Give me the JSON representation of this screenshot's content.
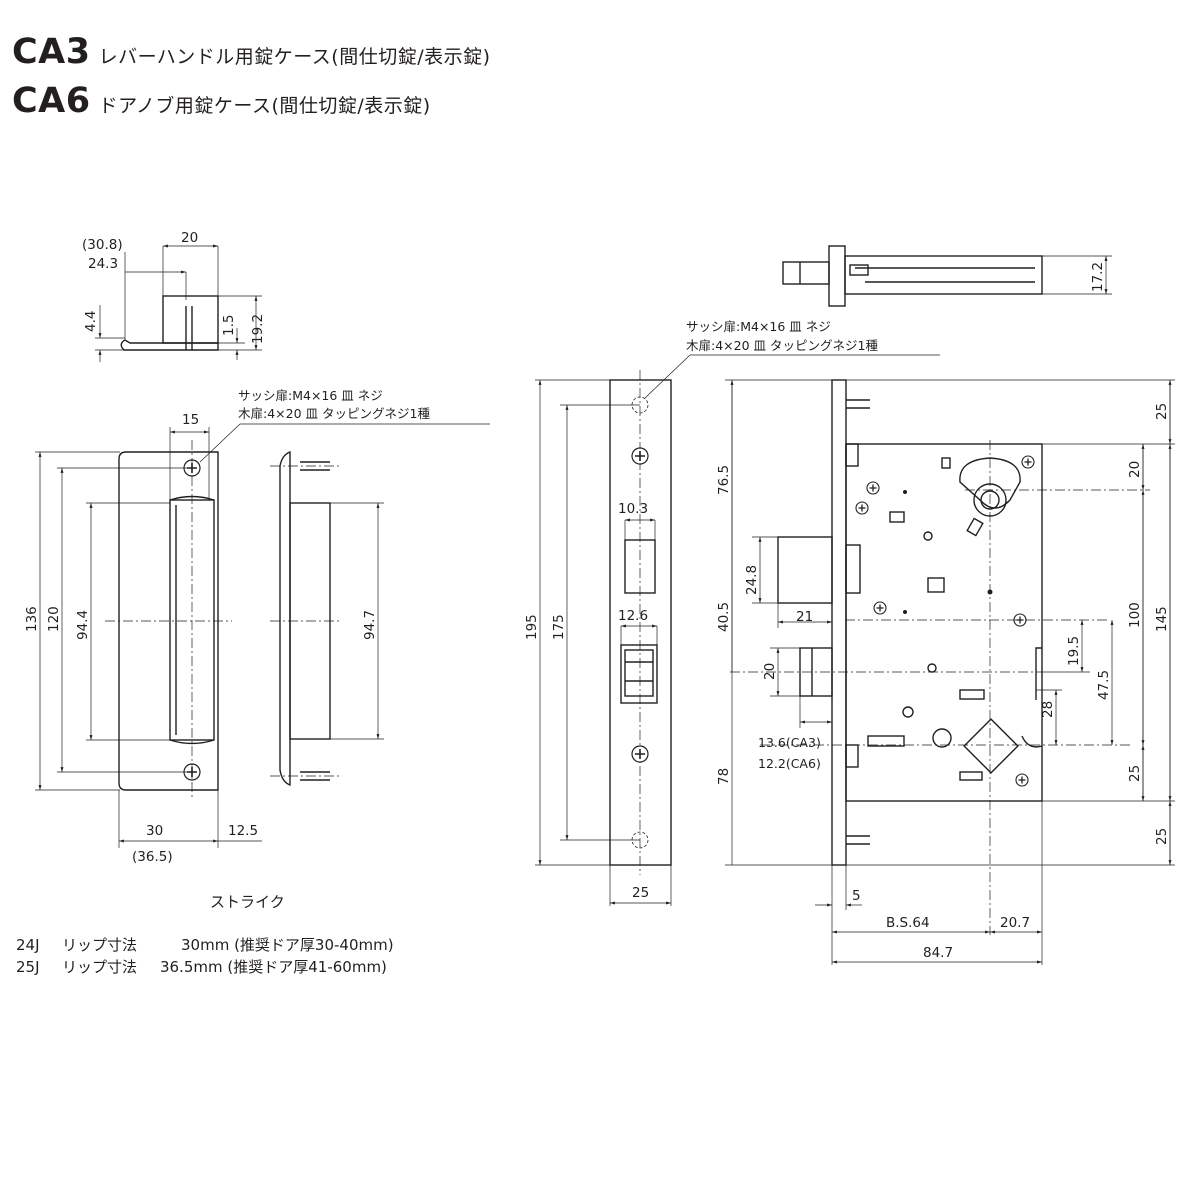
{
  "header": {
    "line1": {
      "code": "CA3",
      "desc": "レバーハンドル用錠ケース(間仕切錠/表示錠)"
    },
    "line2": {
      "code": "CA6",
      "desc": "ドアノブ用錠ケース(間仕切錠/表示錠)"
    }
  },
  "strike": {
    "caption": "ストライク",
    "dims_top": {
      "d308": "(30.8)",
      "d243": "24.3",
      "d20": "20",
      "d44": "4.4",
      "d15": "1.5",
      "d192": "19.2"
    },
    "dims": {
      "d15": "15",
      "d136": "136",
      "d120": "120",
      "d944": "94.4",
      "d947": "94.7",
      "d30": "30",
      "d125": "12.5",
      "d365": "(36.5)"
    },
    "screw_note": [
      "サッシ扉:M4×16 皿 ネジ",
      "木扉:4×20 皿 タッピングネジ1種"
    ]
  },
  "lock": {
    "screw_note": [
      "サッシ扉:M4×16 皿 ネジ",
      "木扉:4×20 皿 タッピングネジ1種"
    ],
    "faceplate_dims": {
      "d195": "195",
      "d175": "175",
      "d103": "10.3",
      "d126": "12.6",
      "d25": "25"
    },
    "body_dims": {
      "d172": "17.2",
      "d765": "76.5",
      "d248": "24.8",
      "d405": "40.5",
      "d21": "21",
      "d20l": "20",
      "d136": "13.6(CA3)",
      "d122": "12.2(CA6)",
      "d78": "78",
      "d5": "5",
      "dbs": "B.S.64",
      "d207": "20.7",
      "d847": "84.7",
      "r25a": "25",
      "r20": "20",
      "r195": "19.5",
      "r475": "47.5",
      "r100": "100",
      "r145": "145",
      "r28": "28",
      "r25b": "25",
      "r25c": "25"
    }
  },
  "footer": {
    "rows": [
      {
        "code": "24J",
        "label": "リップ寸法",
        "value": "30mm (推奨ドア厚30-40mm)"
      },
      {
        "code": "25J",
        "label": "リップ寸法",
        "value": "36.5mm (推奨ドア厚41-60mm)"
      }
    ]
  }
}
